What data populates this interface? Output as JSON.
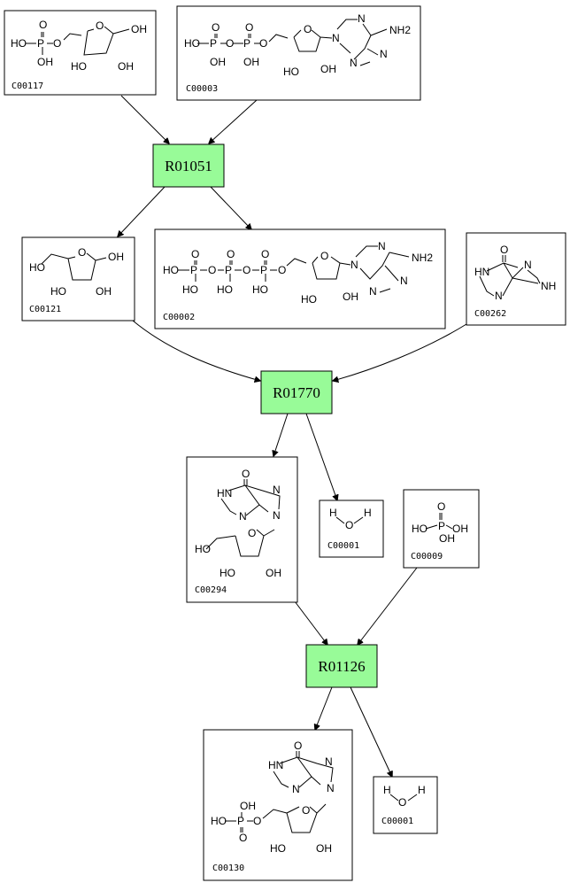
{
  "reactions": [
    {
      "id": "R01051",
      "color": "#98fb98"
    },
    {
      "id": "R01770",
      "color": "#98fb98"
    },
    {
      "id": "R01126",
      "color": "#98fb98"
    }
  ],
  "compounds": {
    "c00117": {
      "id": "C00117",
      "atoms": [
        "HO",
        "P",
        "O",
        "OH",
        "O",
        "O",
        "OH",
        "HO",
        "OH"
      ]
    },
    "c00003": {
      "id": "C00003",
      "atoms": [
        "HO",
        "P",
        "O",
        "P",
        "O",
        "O",
        "O",
        "OH",
        "OH",
        "O",
        "N",
        "N",
        "NH2",
        "N",
        "N",
        "HO",
        "OH"
      ]
    },
    "c00121": {
      "id": "C00121",
      "atoms": [
        "HO",
        "O",
        "OH",
        "HO",
        "OH"
      ]
    },
    "c00002": {
      "id": "C00002",
      "atoms": [
        "HO",
        "P",
        "O",
        "P",
        "O",
        "P",
        "O",
        "O",
        "O",
        "O",
        "HO",
        "HO",
        "HO",
        "O",
        "N",
        "N",
        "NH2",
        "N",
        "N",
        "HO",
        "OH"
      ]
    },
    "c00262": {
      "id": "C00262",
      "atoms": [
        "O",
        "HN",
        "N",
        "N",
        "NH"
      ]
    },
    "c00294": {
      "id": "C00294",
      "atoms": [
        "O",
        "HN",
        "N",
        "N",
        "N",
        "O",
        "HO",
        "HO",
        "OH"
      ]
    },
    "c00001a": {
      "id": "C00001",
      "atoms": [
        "H",
        "O",
        "H"
      ]
    },
    "c00009": {
      "id": "C00009",
      "atoms": [
        "O",
        "P",
        "HO",
        "OH",
        "OH"
      ]
    },
    "c00130": {
      "id": "C00130",
      "atoms": [
        "O",
        "HN",
        "N",
        "N",
        "N",
        "OH",
        "HO",
        "P",
        "O",
        "O",
        "O",
        "HO",
        "OH"
      ]
    },
    "c00001b": {
      "id": "C00001",
      "atoms": [
        "H",
        "O",
        "H"
      ]
    }
  },
  "edges": [
    {
      "from": "C00117",
      "to": "R01051"
    },
    {
      "from": "C00003",
      "to": "R01051"
    },
    {
      "from": "R01051",
      "to": "C00121"
    },
    {
      "from": "R01051",
      "to": "C00002"
    },
    {
      "from": "C00121",
      "to": "R01770"
    },
    {
      "from": "C00262",
      "to": "R01770"
    },
    {
      "from": "R01770",
      "to": "C00294"
    },
    {
      "from": "R01770",
      "to": "C00001"
    },
    {
      "from": "C00294",
      "to": "R01126"
    },
    {
      "from": "C00009",
      "to": "R01126"
    },
    {
      "from": "R01126",
      "to": "C00130"
    },
    {
      "from": "R01126",
      "to": "C00001"
    }
  ]
}
